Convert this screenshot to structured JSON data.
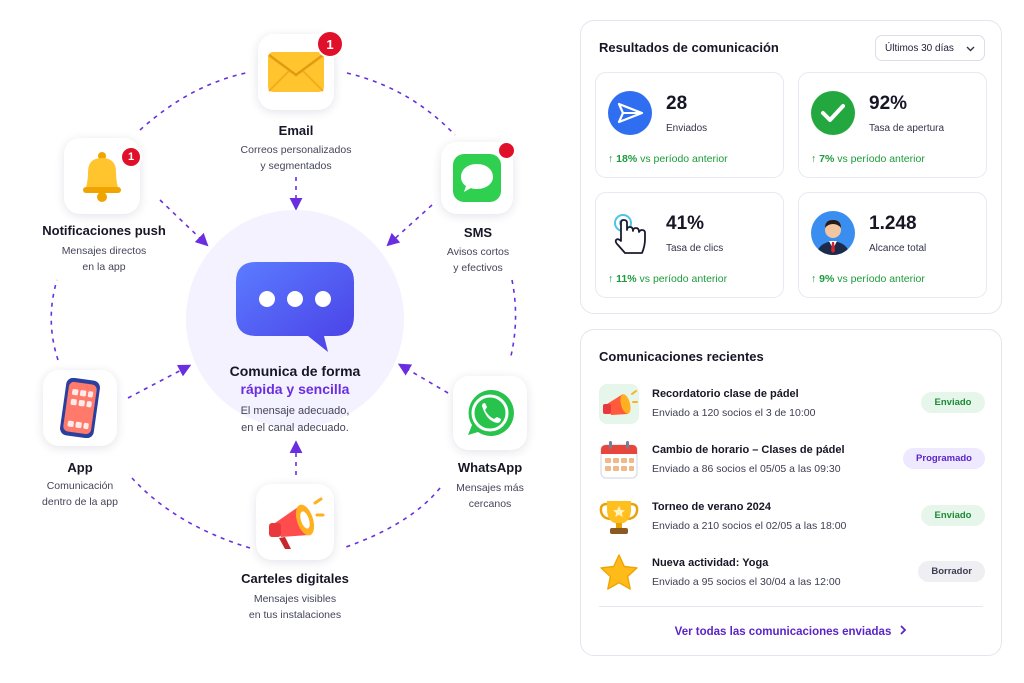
{
  "channels": {
    "email": {
      "title": "Email",
      "desc_line1": "Correos personalizados",
      "desc_line2": "y segmentados",
      "badge": "1"
    },
    "push": {
      "title": "Notificaciones push",
      "desc_line1": "Mensajes directos",
      "desc_line2": "en la app",
      "badge": "1"
    },
    "sms": {
      "title": "SMS",
      "desc_line1": "Avisos cortos",
      "desc_line2": "y efectivos"
    },
    "app": {
      "title": "App",
      "desc_line1": "Comunicación",
      "desc_line2": "dentro de la app"
    },
    "whatsapp": {
      "title": "WhatsApp",
      "desc_line1": "Mensajes más",
      "desc_line2": "cercanos"
    },
    "signage": {
      "title": "Carteles digitales",
      "desc_line1": "Mensajes visibles",
      "desc_line2": "en tus instalaciones"
    }
  },
  "center": {
    "title": "Comunica de forma",
    "accent": "rápida y sencilla",
    "desc_line1": "El mensaje adecuado,",
    "desc_line2": "en el canal adecuado."
  },
  "results": {
    "title": "Resultados de comunicación",
    "range": "Últimos 30 días",
    "stats": [
      {
        "value": "28",
        "label": "Enviados",
        "trend_pct": "↑ 18%",
        "trend_rest": "vs período anterior",
        "icon": "send-icon"
      },
      {
        "value": "92%",
        "label": "Tasa de apertura",
        "trend_pct": "↑ 7%",
        "trend_rest": "vs período anterior",
        "icon": "check-icon"
      },
      {
        "value": "41%",
        "label": "Tasa de clics",
        "trend_pct": "↑ 11%",
        "trend_rest": "vs período anterior",
        "icon": "click-hand-icon"
      },
      {
        "value": "1.248",
        "label": "Alcance total",
        "trend_pct": "↑ 9%",
        "trend_rest": "vs período anterior",
        "icon": "person-avatar-icon"
      }
    ]
  },
  "recent": {
    "title": "Comunicaciones recientes",
    "items": [
      {
        "title": "Recordatorio clase de pádel",
        "sub": "Enviado a 120 socios el 3 de 10:00",
        "status": "Enviado",
        "icon": "megaphone-icon"
      },
      {
        "title": "Cambio de horario – Clases de pádel",
        "sub": "Enviado a 86 socios el 05/05 a las 09:30",
        "status": "Programado",
        "icon": "calendar-icon"
      },
      {
        "title": "Torneo de verano 2024",
        "sub": "Enviado a 210 socios el 02/05 a las 18:00",
        "status": "Enviado",
        "icon": "trophy-icon"
      },
      {
        "title": "Nueva actividad: Yoga",
        "sub": "Enviado a 95 socios el 30/04 a las 12:00",
        "status": "Borrador",
        "icon": "star-icon"
      }
    ],
    "view_all": "Ver todas las comunicaciones enviadas"
  },
  "colors": {
    "accent": "#6a2ee0",
    "success": "#1c9b3a",
    "badge_red": "#e0102a"
  }
}
